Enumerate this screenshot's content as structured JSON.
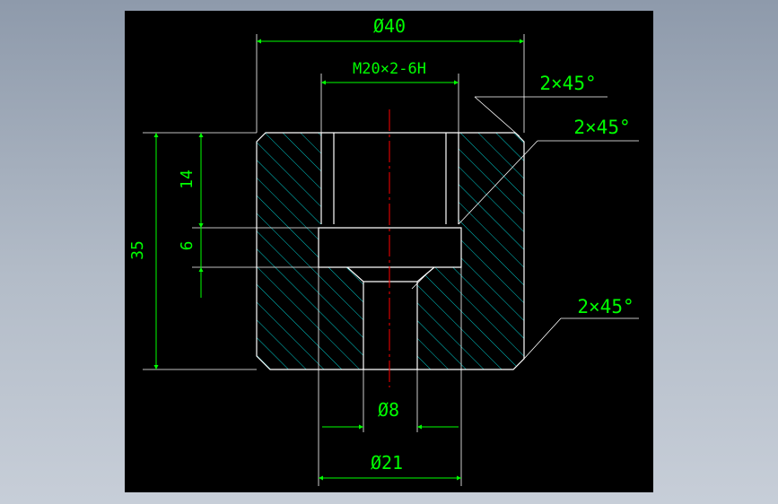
{
  "drawing": {
    "background": "#000000",
    "outline_color": "#ffffff",
    "hatch_color": "#00c8c8",
    "dimension_color": "#00ff00",
    "centerline_color": "#ff0000",
    "annotations": {
      "dia_40": "Ø40",
      "thread": "M20×2-6H",
      "chamfer_1": "2×45°",
      "chamfer_2": "2×45°",
      "chamfer_3": "2×45°",
      "dim_14": "14",
      "dim_6": "6",
      "dim_35": "35",
      "dia_8": "Ø8",
      "dia_21": "Ø21"
    }
  }
}
